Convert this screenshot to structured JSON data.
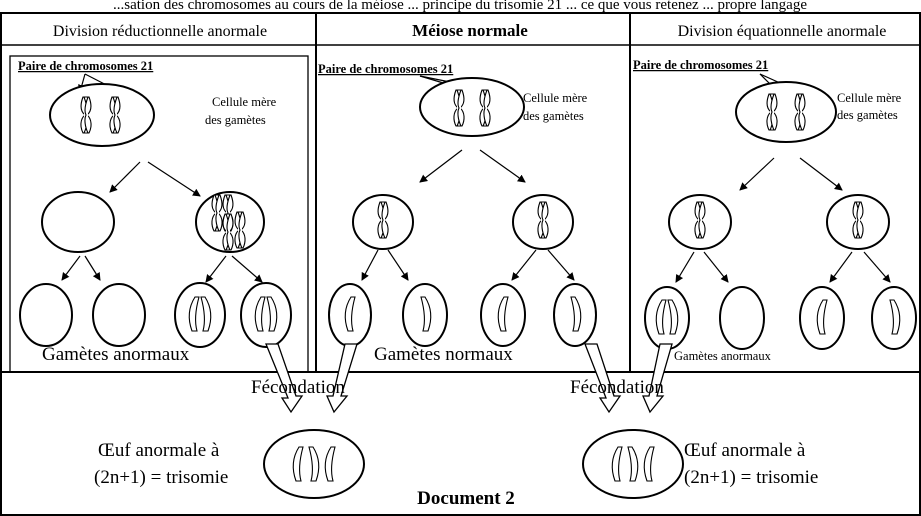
{
  "top_caption": "...sation des chromosomes au cours de la méiose ... principe du trisomie 21 ... ce que vous retenez ... propre langage",
  "columns": [
    {
      "header": "Division réductionnelle anormale",
      "pair_label": "Paire de chromosomes 21",
      "mother_cell_label_1": "Cellule mère",
      "mother_cell_label_2": "des gamètes",
      "gametes_label": "Gamètes anormaux"
    },
    {
      "header": "Méiose normale",
      "pair_label": "Paire de chromosomes 21",
      "mother_cell_label_1": "Cellule mère",
      "mother_cell_label_2": "des gamètes",
      "gametes_label": "Gamètes normaux"
    },
    {
      "header": "Division équationnelle anormale",
      "pair_label": "Paire de chromosomes 21",
      "mother_cell_label_1": "Cellule mère",
      "mother_cell_label_2": "des gamètes",
      "gametes_label": "Gamètes anormaux"
    }
  ],
  "fecondation_left": "Fécondation",
  "fecondation_right": "Fécondation",
  "egg_left_line1": "Œuf anormale à",
  "egg_left_line2": "(2n+1) = trisomie",
  "egg_right_line1": "Œuf anormale à",
  "egg_right_line2": "(2n+1) = trisomie",
  "document_label": "Document 2"
}
